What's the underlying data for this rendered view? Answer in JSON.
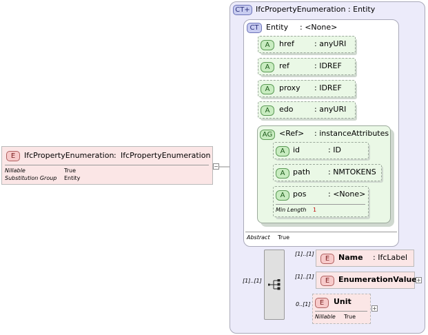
{
  "root_element": {
    "badge": "E",
    "name": "IfcPropertyEnumeration",
    "type_sep": ":",
    "type": "IfcPropertyEnumeration",
    "props": [
      {
        "key": "Nillable",
        "value": "True"
      },
      {
        "key": "Substitution Group",
        "value": "Entity"
      }
    ],
    "collapse_symbol": "−"
  },
  "complex_type": {
    "badge": "CT+",
    "title": "IfcPropertyEnumeration : Entity",
    "base": {
      "badge": "CT",
      "name": "Entity",
      "type": ": <None>",
      "attributes": [
        {
          "badge": "A",
          "name": "href",
          "type": ": anyURI"
        },
        {
          "badge": "A",
          "name": "ref",
          "type": ": IDREF"
        },
        {
          "badge": "A",
          "name": "proxy",
          "type": ": IDREF"
        },
        {
          "badge": "A",
          "name": "edo",
          "type": ": anyURI"
        }
      ],
      "group": {
        "badge": "AG",
        "name": "<Ref>",
        "type": ": instanceAttributes",
        "attributes": [
          {
            "badge": "A",
            "name": "id",
            "type": ": ID"
          },
          {
            "badge": "A",
            "name": "path",
            "type": ": NMTOKENS"
          },
          {
            "badge": "A",
            "name": "pos",
            "type": ": <None>",
            "prop_key": "Min Length",
            "prop_value": "1"
          }
        ]
      },
      "abstract_key": "Abstract",
      "abstract_value": "True"
    },
    "sequence": {
      "occurrence": "[1]..[1]",
      "children": [
        {
          "badge": "E",
          "name": "Name",
          "type": ": IfcLabel",
          "occurrence": "[1]..[1]"
        },
        {
          "badge": "E",
          "name": "EnumerationValues",
          "type": "",
          "occurrence": "[1]..[1]",
          "expand": "+"
        },
        {
          "badge": "E",
          "name": "Unit",
          "type": "",
          "occurrence": "0..[1]",
          "expand": "+",
          "prop_key": "Nillable",
          "prop_value": "True"
        }
      ]
    }
  },
  "colors": {
    "element_fill": "#fbe6e6",
    "complex_fill": "#ecebfa",
    "attr_fill": "#eaf8e6",
    "connector": "#7a7a7a"
  }
}
